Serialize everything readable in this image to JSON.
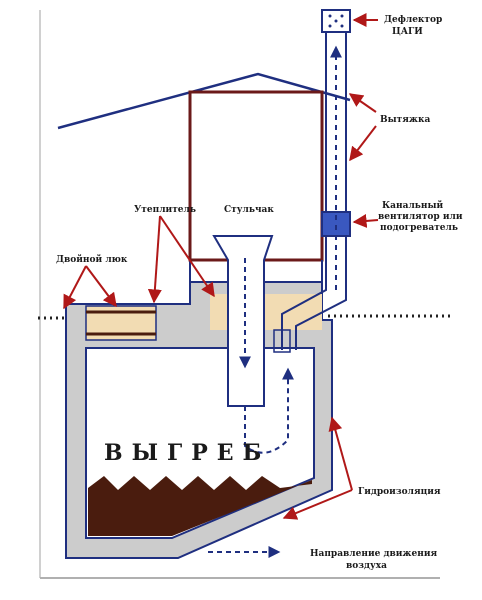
{
  "labels": {
    "deflector_line1": "Дефлектор",
    "deflector_line2": "ЦАГИ",
    "exhaust": "Вытяжка",
    "fan_line1": "Канальный",
    "fan_line2": "вентилятор или",
    "fan_line3": "подогреватель",
    "insulation": "Утеплитель",
    "seat": "Стульчак",
    "double_hatch": "Двойной люк",
    "pit": "ВЫГРЕБ",
    "waterproofing": "Гидроизоляция",
    "airflow_line1": "Направление движения",
    "airflow_line2": "воздуха"
  },
  "colors": {
    "line": "#1f2f80",
    "arrow": "#b01818",
    "wall_fill": "#cccccc",
    "insulation_fill": "#f2dcb3",
    "waste_fill": "#4a1c0e",
    "fan_fill": "#3a58c0"
  }
}
